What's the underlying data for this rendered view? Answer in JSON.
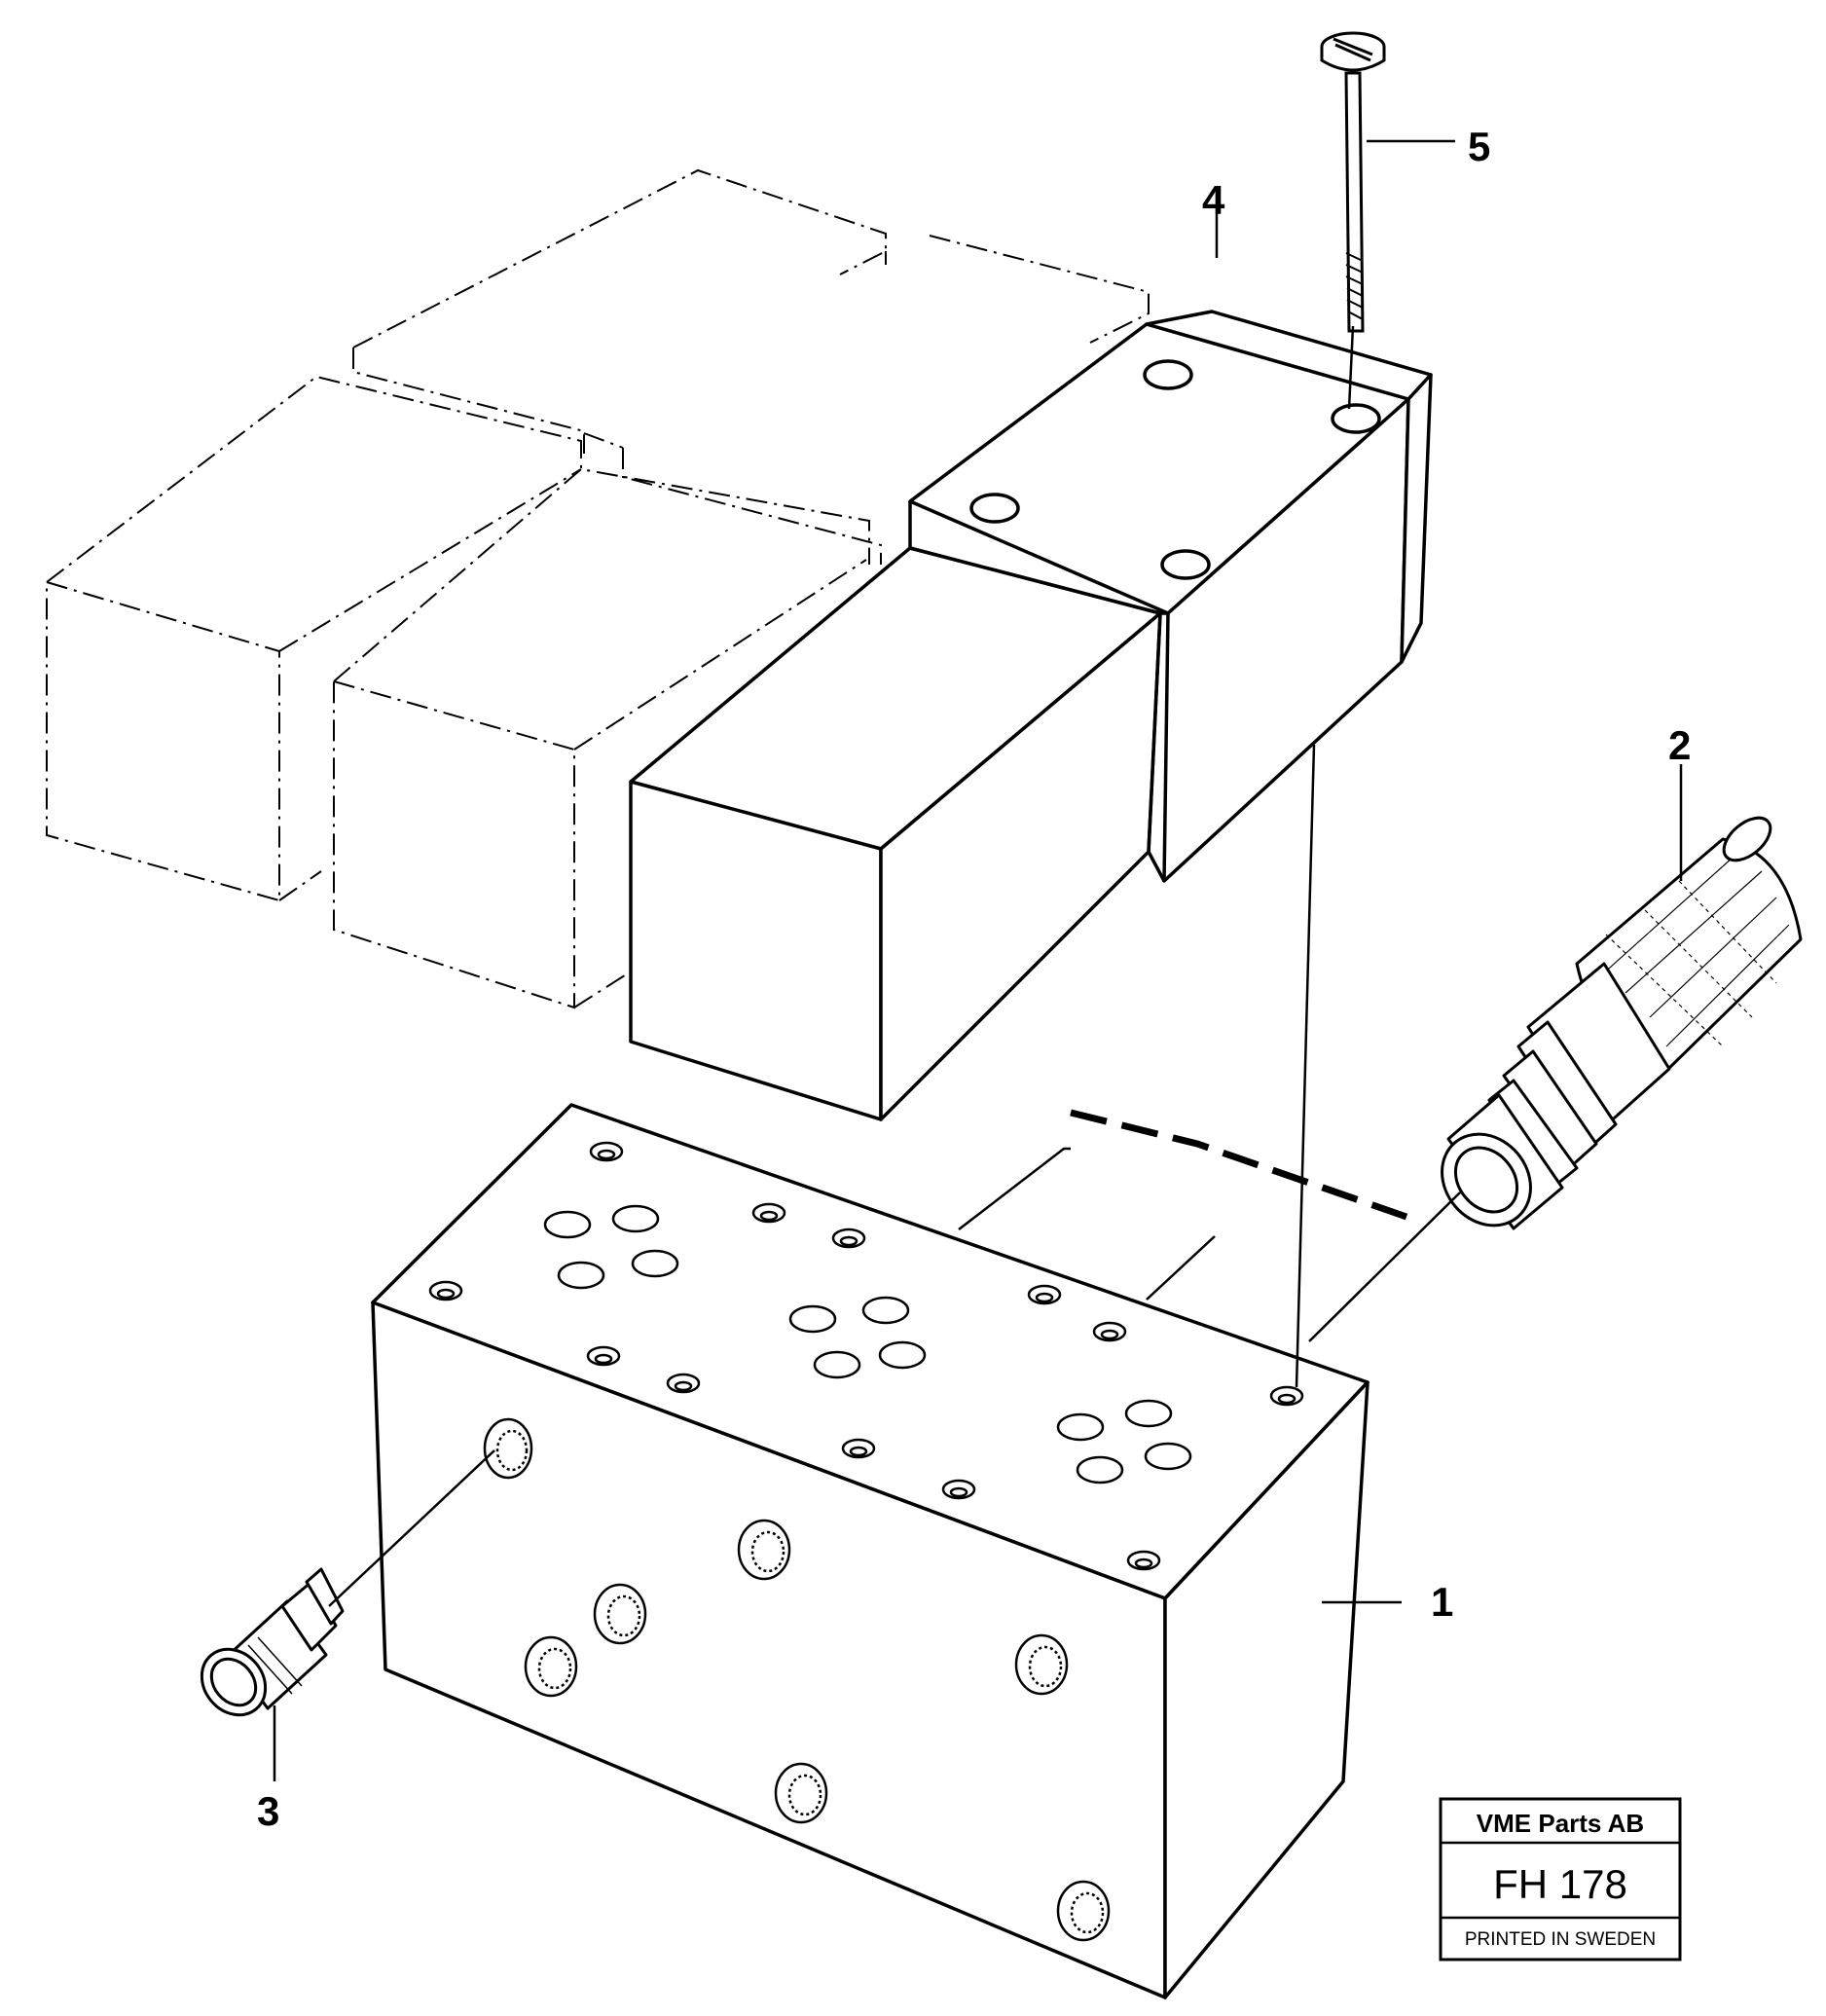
{
  "callouts": [
    {
      "number": "1",
      "part": "valve-block"
    },
    {
      "number": "2",
      "part": "pressure-valve-cartridge"
    },
    {
      "number": "3",
      "part": "nipple-fitting"
    },
    {
      "number": "4",
      "part": "solenoid-valve"
    },
    {
      "number": "5",
      "part": "screw"
    }
  ],
  "title_block": {
    "company": "VME Parts AB",
    "drawing_no": "FH 178",
    "printed": "PRINTED IN SWEDEN"
  },
  "colors": {
    "line": "#000000",
    "background": "#ffffff"
  }
}
